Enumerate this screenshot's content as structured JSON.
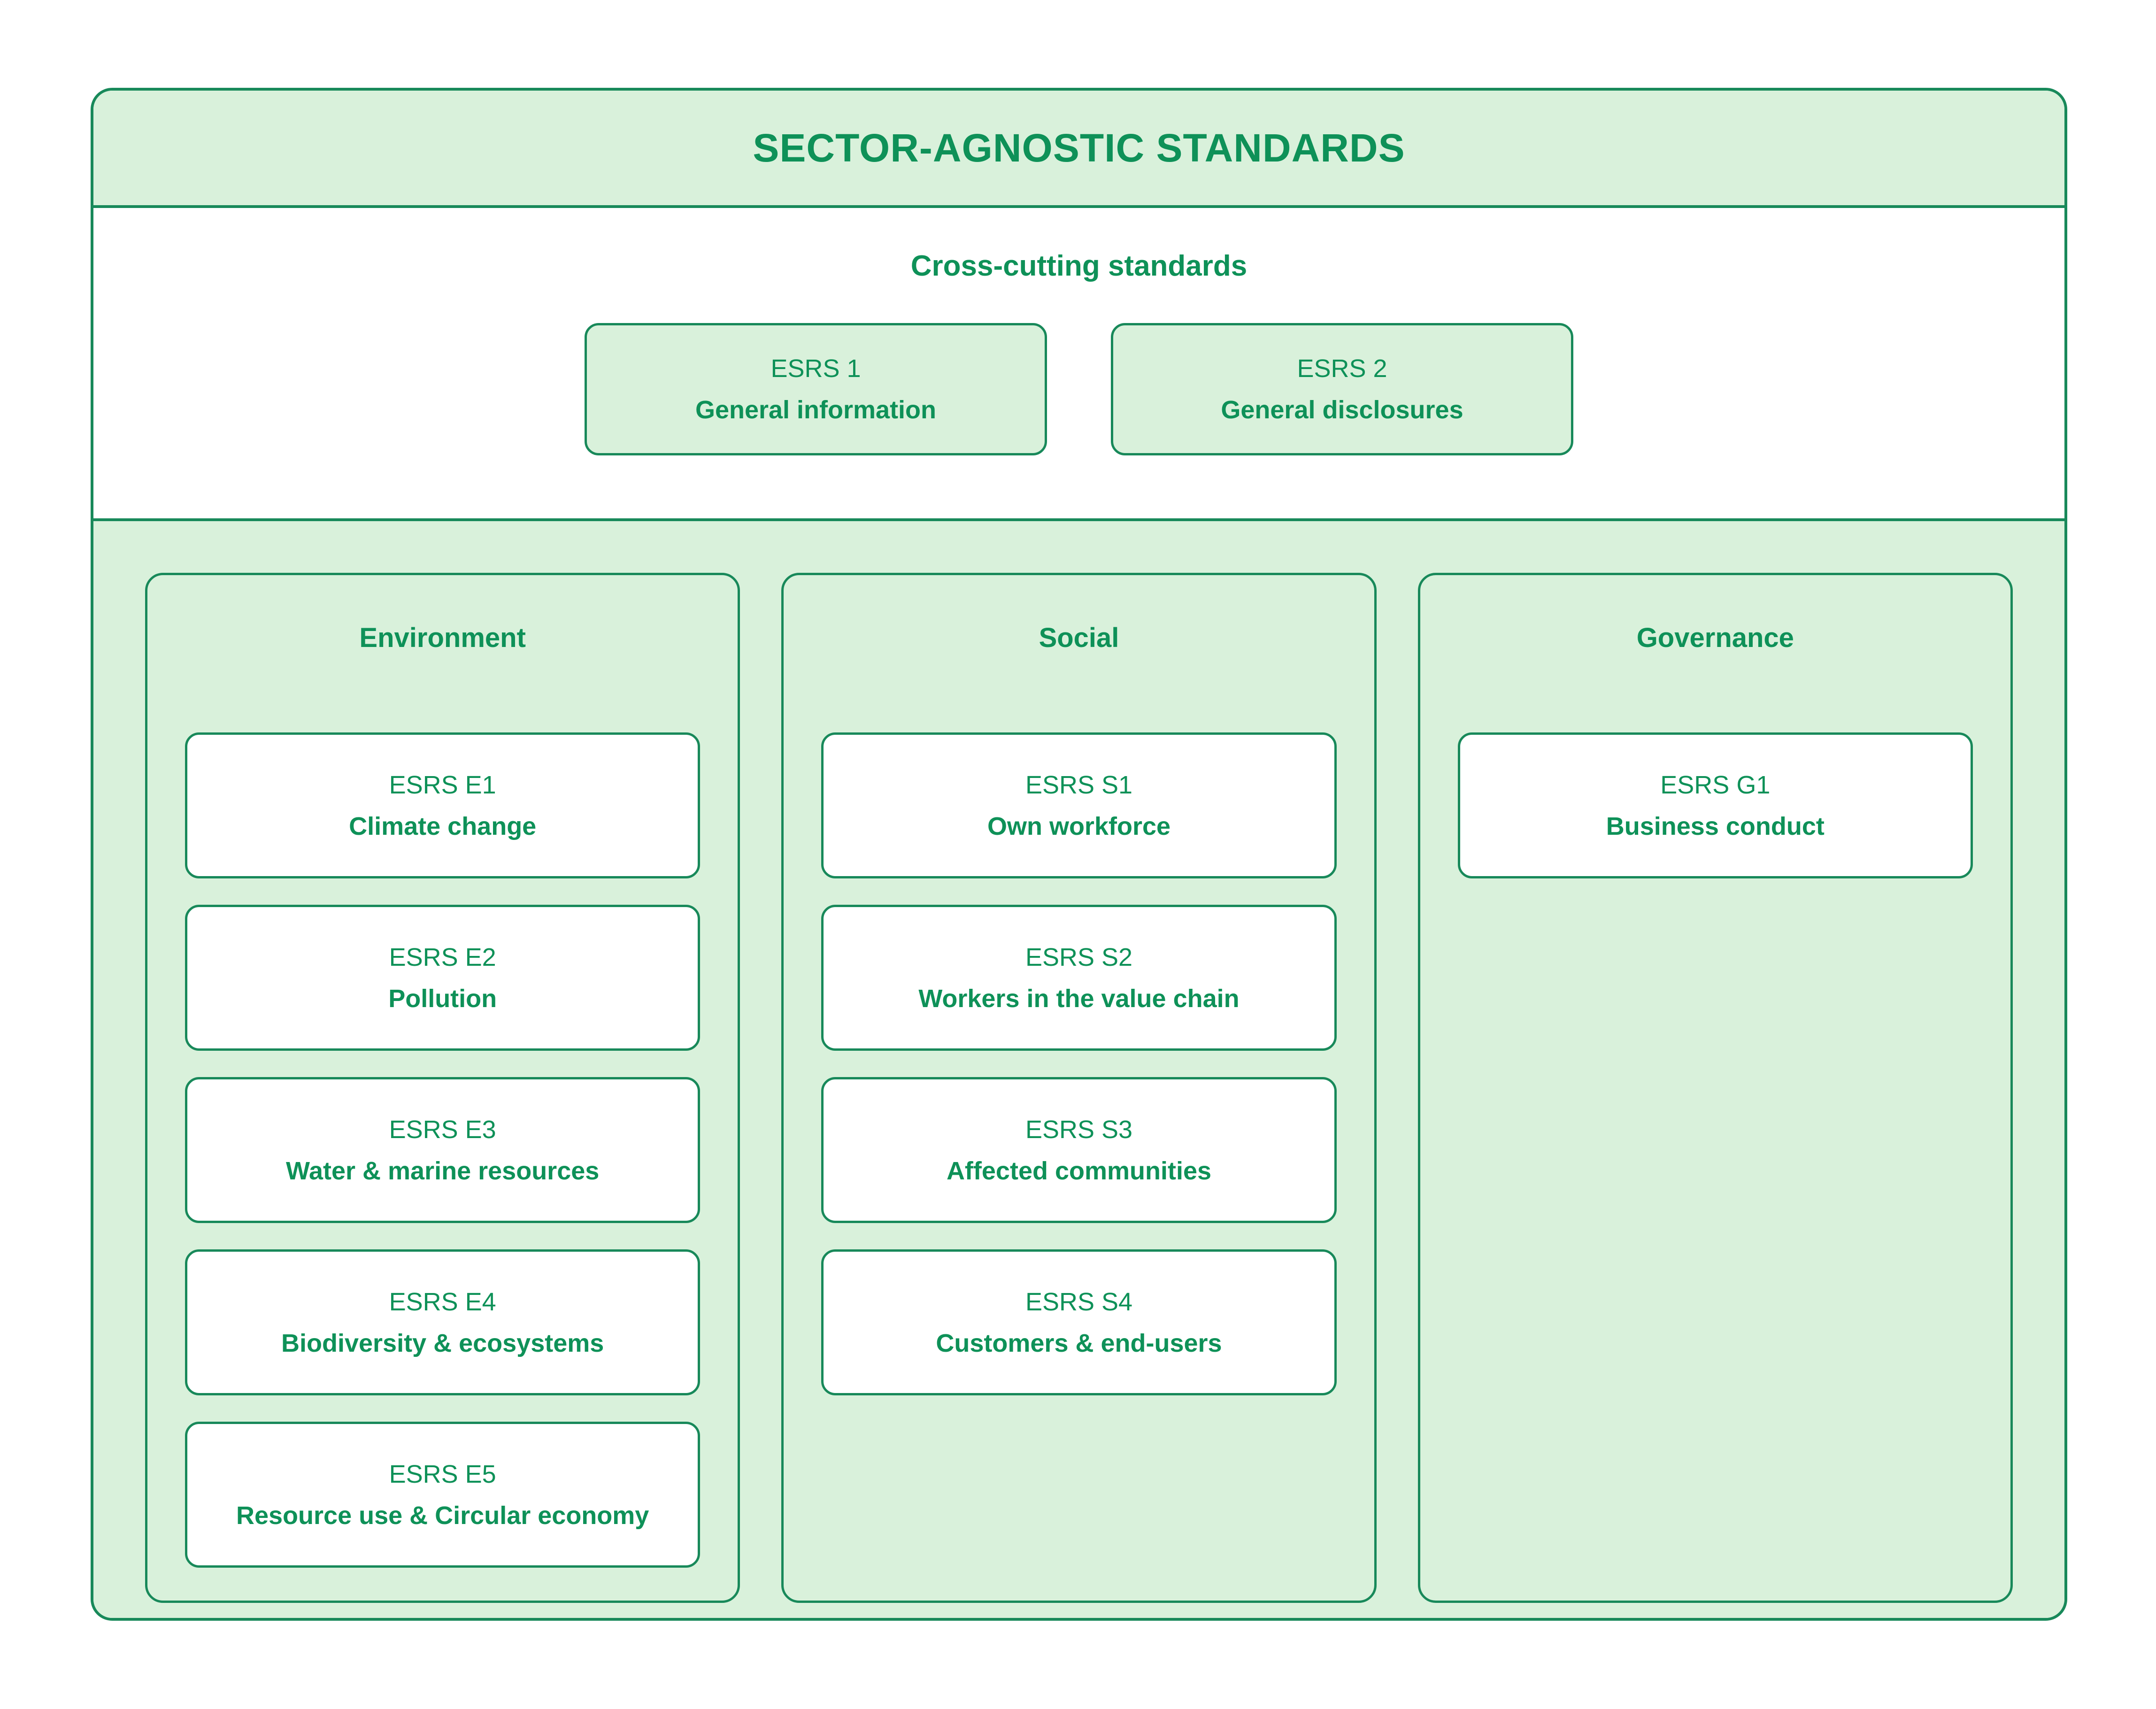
{
  "title": "SECTOR-AGNOSTIC STANDARDS",
  "cross_cutting": {
    "heading": "Cross-cutting standards",
    "cards": [
      {
        "code": "ESRS 1",
        "name": "General information"
      },
      {
        "code": "ESRS 2",
        "name": "General disclosures"
      }
    ]
  },
  "columns": [
    {
      "title": "Environment",
      "cards": [
        {
          "code": "ESRS E1",
          "name": "Climate change"
        },
        {
          "code": "ESRS E2",
          "name": "Pollution"
        },
        {
          "code": "ESRS E3",
          "name": "Water & marine resources"
        },
        {
          "code": "ESRS E4",
          "name": "Biodiversity & ecosystems"
        },
        {
          "code": "ESRS E5",
          "name": "Resource use & Circular economy"
        }
      ]
    },
    {
      "title": "Social",
      "cards": [
        {
          "code": "ESRS S1",
          "name": "Own workforce"
        },
        {
          "code": "ESRS S2",
          "name": "Workers in the value chain"
        },
        {
          "code": "ESRS S3",
          "name": "Affected communities"
        },
        {
          "code": "ESRS S4",
          "name": "Customers & end-users"
        }
      ]
    },
    {
      "title": "Governance",
      "cards": [
        {
          "code": "ESRS G1",
          "name": "Business conduct"
        }
      ]
    }
  ],
  "colors": {
    "panel_fill_light_green": "#d9f1db",
    "border_green": "#18895a",
    "text_green": "#0e9158",
    "card_fill_white": "#ffffff"
  }
}
